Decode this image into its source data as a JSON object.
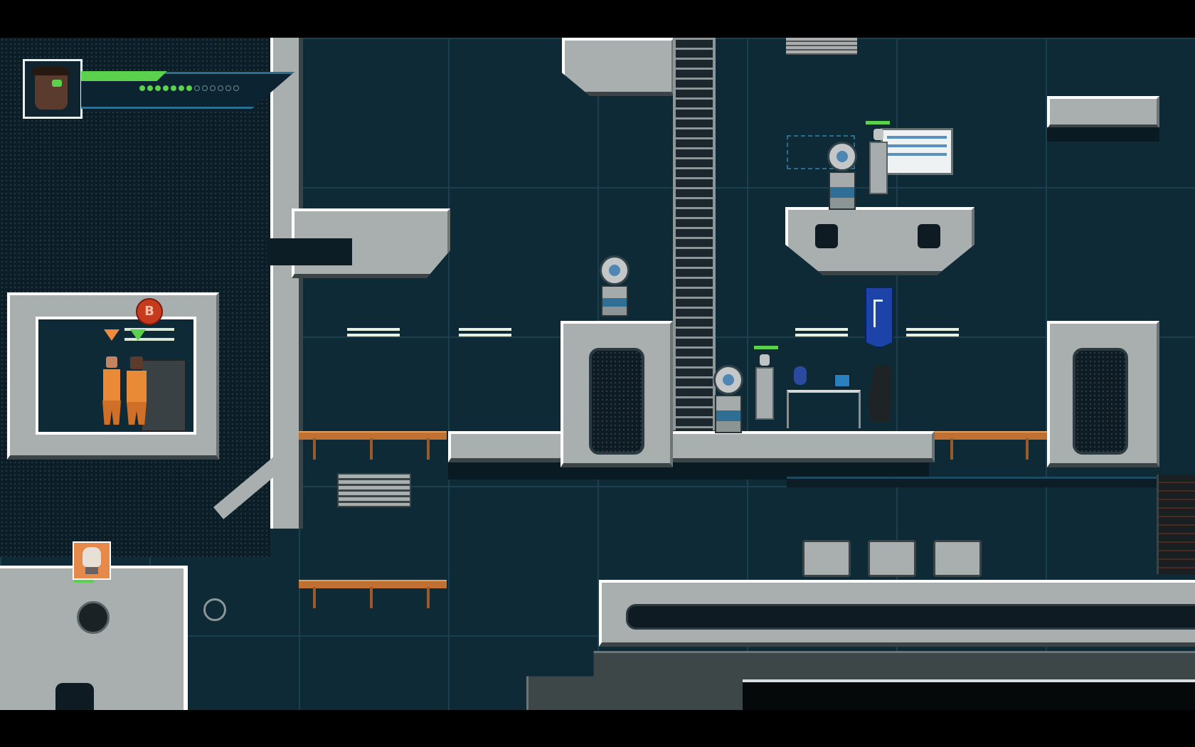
{
  "game": {
    "hud": {
      "player_portrait": "player-portrait-icon",
      "health_fraction": 0.55,
      "ammo_pips_total": 13,
      "ammo_pips_filled": 7,
      "accent_color": "#5bd14e"
    },
    "prompt": {
      "button_glyph": "B",
      "button_color": "#c63a1e"
    },
    "ally_portrait": "ally-skull-portrait-icon",
    "colors": {
      "background": "#0f2a37",
      "platform": "#a9aeae",
      "girder": "#c07030",
      "enemy_health": "#5bd14e",
      "banner": "#1b43a8"
    }
  }
}
